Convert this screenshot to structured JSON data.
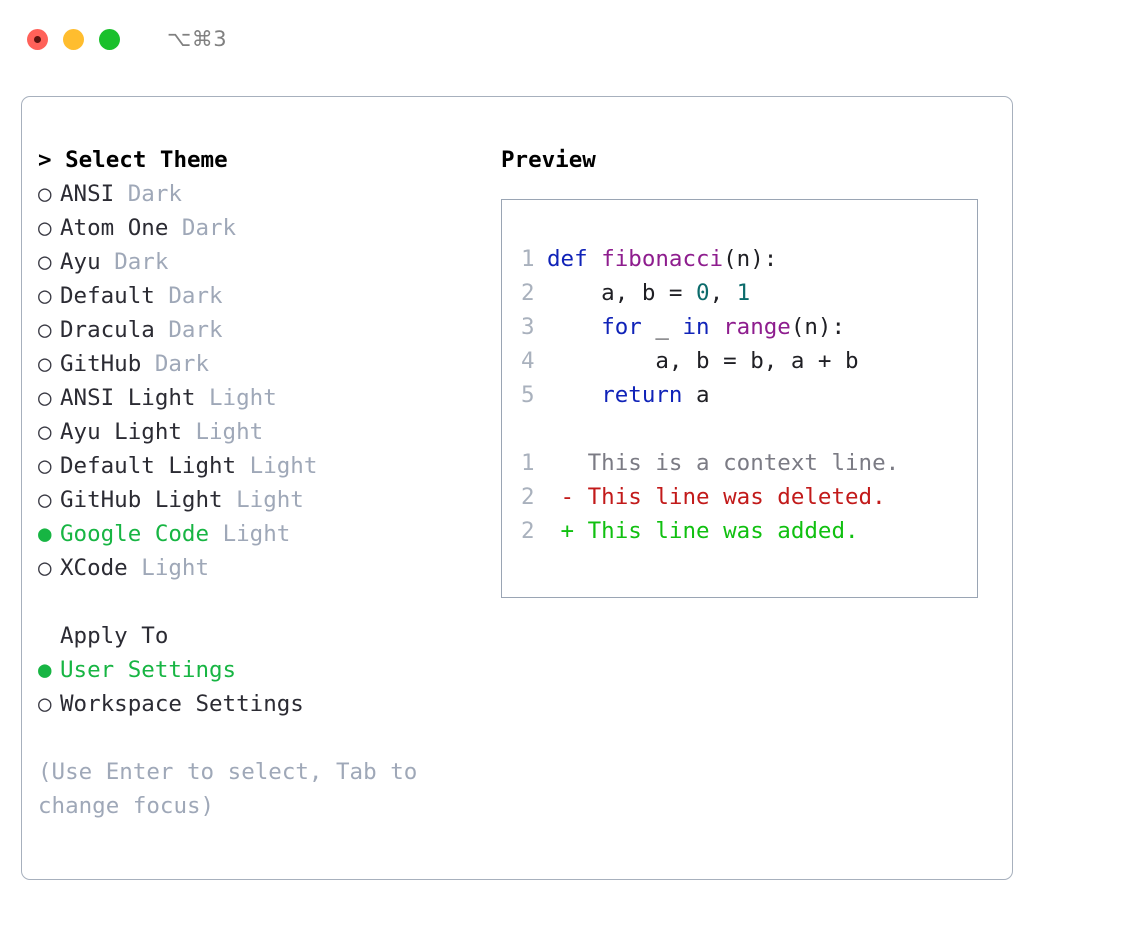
{
  "window": {
    "shortcut": "⌥⌘3",
    "traffic_lights": [
      "close-red",
      "minimize-yellow",
      "maximize-green"
    ]
  },
  "left": {
    "prompt": "> ",
    "title": "Select Theme",
    "themes": [
      {
        "marker": "○",
        "name": "ANSI",
        "tag": "Dark",
        "selected": false
      },
      {
        "marker": "○",
        "name": "Atom One",
        "tag": "Dark",
        "selected": false
      },
      {
        "marker": "○",
        "name": "Ayu",
        "tag": "Dark",
        "selected": false
      },
      {
        "marker": "○",
        "name": "Default",
        "tag": "Dark",
        "selected": false
      },
      {
        "marker": "○",
        "name": "Dracula",
        "tag": "Dark",
        "selected": false
      },
      {
        "marker": "○",
        "name": "GitHub",
        "tag": "Dark",
        "selected": false
      },
      {
        "marker": "○",
        "name": "ANSI Light",
        "tag": "Light",
        "selected": false
      },
      {
        "marker": "○",
        "name": "Ayu Light",
        "tag": "Light",
        "selected": false
      },
      {
        "marker": "○",
        "name": "Default Light",
        "tag": "Light",
        "selected": false
      },
      {
        "marker": "○",
        "name": "GitHub Light",
        "tag": "Light",
        "selected": false
      },
      {
        "marker": "●",
        "name": "Google Code",
        "tag": "Light",
        "selected": true
      },
      {
        "marker": "○",
        "name": "XCode",
        "tag": "Light",
        "selected": false
      }
    ],
    "apply_to": {
      "heading": "Apply To",
      "options": [
        {
          "marker": "●",
          "name": "User Settings",
          "selected": true
        },
        {
          "marker": "○",
          "name": "Workspace Settings",
          "selected": false
        }
      ]
    },
    "hint": "(Use Enter to select, Tab to change focus)"
  },
  "right": {
    "title": "Preview",
    "code": [
      {
        "no": "1",
        "tokens": [
          {
            "t": "def ",
            "c": "kw"
          },
          {
            "t": "fibonacci",
            "c": "fn"
          },
          {
            "t": "(n):",
            "c": "plain"
          }
        ]
      },
      {
        "no": "2",
        "tokens": [
          {
            "t": "    a, b = ",
            "c": "plain"
          },
          {
            "t": "0",
            "c": "num"
          },
          {
            "t": ", ",
            "c": "plain"
          },
          {
            "t": "1",
            "c": "num"
          }
        ]
      },
      {
        "no": "3",
        "tokens": [
          {
            "t": "    ",
            "c": "plain"
          },
          {
            "t": "for",
            "c": "kw"
          },
          {
            "t": " _ ",
            "c": "plain"
          },
          {
            "t": "in",
            "c": "kw"
          },
          {
            "t": " ",
            "c": "plain"
          },
          {
            "t": "range",
            "c": "fn"
          },
          {
            "t": "(n):",
            "c": "plain"
          }
        ]
      },
      {
        "no": "4",
        "tokens": [
          {
            "t": "        a, b = b, a + b",
            "c": "plain"
          }
        ]
      },
      {
        "no": "5",
        "tokens": [
          {
            "t": "    ",
            "c": "plain"
          },
          {
            "t": "return",
            "c": "kw"
          },
          {
            "t": " a",
            "c": "plain"
          }
        ]
      }
    ],
    "diff": [
      {
        "no": "1",
        "sign": " ",
        "text": "This is a context line.",
        "kind": "ctx"
      },
      {
        "no": "2",
        "sign": "-",
        "text": "This line was deleted.",
        "kind": "del"
      },
      {
        "no": "2",
        "sign": "+",
        "text": "This line was added.",
        "kind": "add"
      }
    ]
  },
  "colors": {
    "accent_green": "#17b543",
    "tag_gray": "#9fa8b8",
    "border": "#a7b0bd",
    "keyword": "#1023b8",
    "function": "#8e1d8e",
    "number": "#0b6b6b",
    "diff_delete": "#c21a1a",
    "diff_add": "#10c010",
    "diff_context": "#7b7b84"
  }
}
